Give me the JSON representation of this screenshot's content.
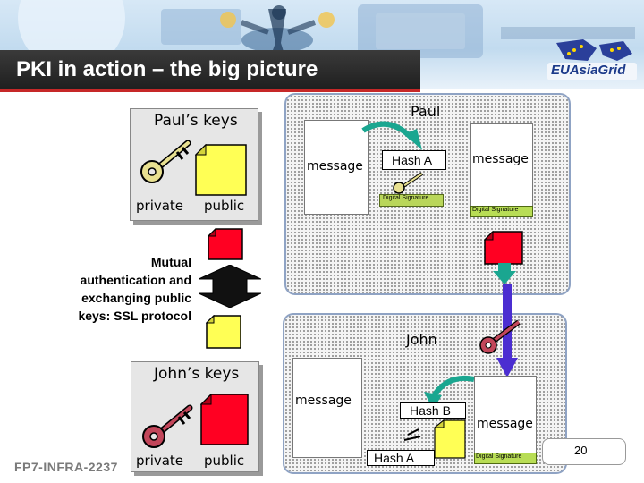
{
  "slide": {
    "title": "PKI in action – the big picture",
    "footer": "FP7-INFRA-2237",
    "page_number": "20",
    "logo_text": "EUAsiaGrid"
  },
  "paul_keys": {
    "title": "Paul’s keys",
    "private_label": "private",
    "public_label": "public"
  },
  "john_keys": {
    "title": "John’s keys",
    "private_label": "private",
    "public_label": "public"
  },
  "paul_panel": {
    "name": "Paul",
    "message_left": "message",
    "hash": "Hash A",
    "signature_small": "Digital Signature",
    "message_right": "message",
    "signature_right": "Digital Signature"
  },
  "john_panel": {
    "name": "John",
    "message_left": "message",
    "hash_b": "Hash B",
    "hash_a": "Hash A",
    "message_right": "message",
    "signature_right": "Digital Signature"
  },
  "mutual_auth": {
    "lines": [
      "Mutual",
      "authentication and",
      "exchanging public",
      "keys: SSL protocol"
    ]
  },
  "colors": {
    "private_key": "#c2465a",
    "public_key_yellow": "#ffff55",
    "public_key_red": "#ff0022",
    "signature_green": "#b8dd55",
    "arrow_teal": "#1aa690",
    "arrow_purple": "#4b2ed1"
  }
}
